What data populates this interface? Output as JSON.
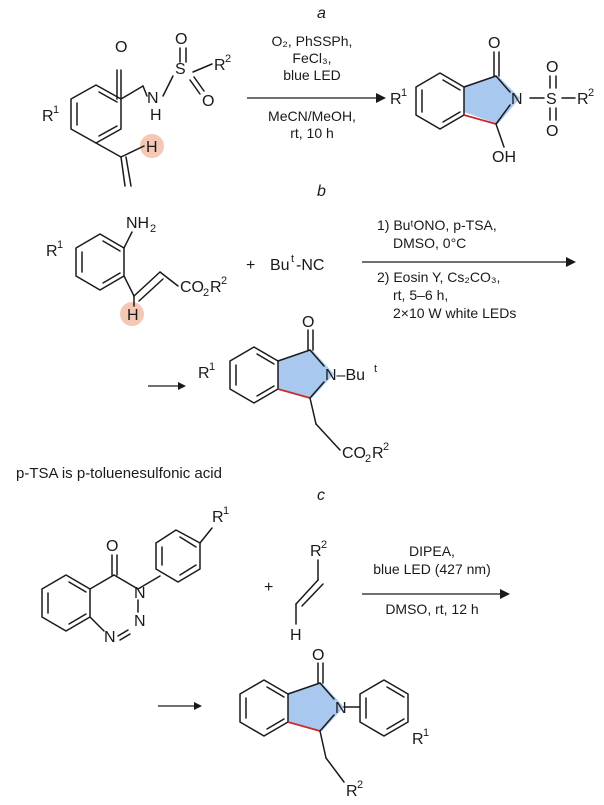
{
  "section_labels": {
    "a": "a",
    "b": "b",
    "c": "c"
  },
  "atoms": {
    "O": "O",
    "N": "N",
    "S": "S",
    "H": "H",
    "R1": "R",
    "R2": "R",
    "sup1": "1",
    "sup2": "2",
    "OH": "OH",
    "NH2": "NH",
    "sub2": "2",
    "plus": "+",
    "butnc_prefix": "Bu",
    "butnc_t": "t",
    "butnc_suffix": "-NC",
    "co2": "CO",
    "bu_prefix": "N–Bu",
    "bu_t": "t"
  },
  "reaction_a": {
    "cond_line1": "O₂, PhSSPh,",
    "cond_line2": "FeCl₃,",
    "cond_line3": "blue LED",
    "cond_line4": "MeCN/MeOH,",
    "cond_line5": "rt, 10 h"
  },
  "reaction_b": {
    "cond_line1": "1) BuᵗONO, p-TSA,",
    "cond_line2": "DMSO, 0°C",
    "cond_line3": "2) Eosin Y, Cs₂CO₃,",
    "cond_line4": "rt, 5–6 h,",
    "cond_line5": "2×10 W white LEDs",
    "footnote": "p-TSA is p-toluenesulfonic acid"
  },
  "reaction_c": {
    "cond_line1": "DIPEA,",
    "cond_line2": "blue LED (427 nm)",
    "cond_line3": "DMSO, rt, 12 h"
  },
  "colors": {
    "ring_fill": "#a9c8f0",
    "highlight": "#f3c8b4",
    "new_bond": "#cc2a2a"
  }
}
